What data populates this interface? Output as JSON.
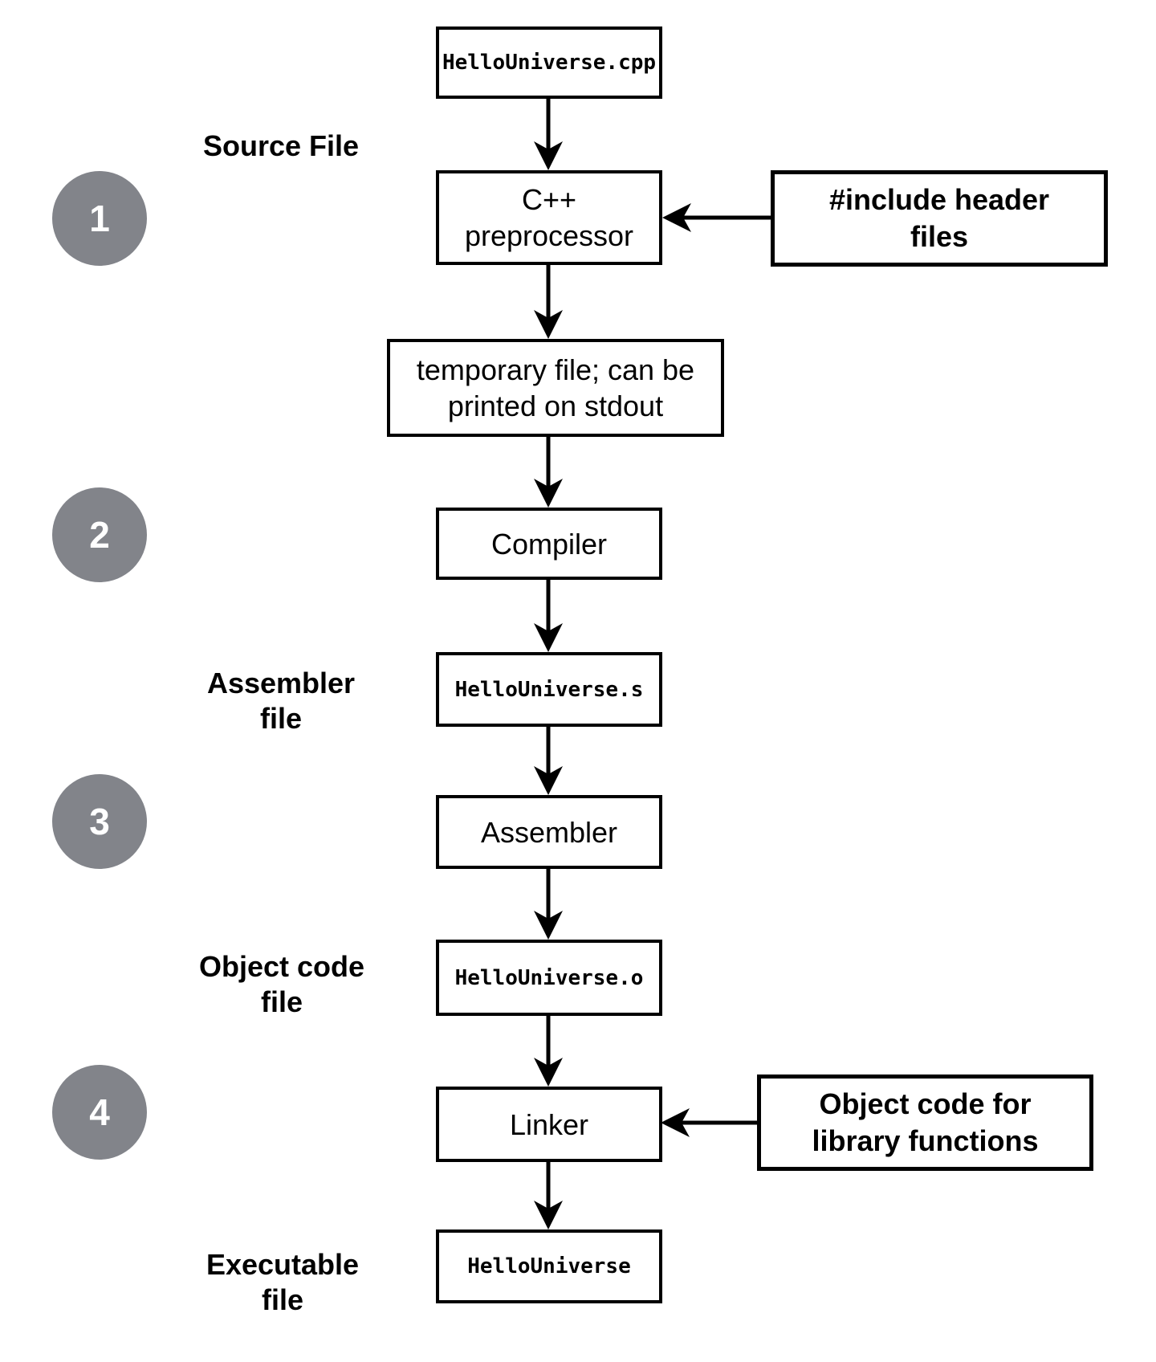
{
  "palette": {
    "line": "#000000",
    "node_fill": "#ffffff",
    "node_text": "#000000",
    "step_circle_fill": "#82848A",
    "step_circle_text": "#ffffff",
    "background": "#ffffff"
  },
  "steps": [
    {
      "label": "1"
    },
    {
      "label": "2"
    },
    {
      "label": "3"
    },
    {
      "label": "4"
    }
  ],
  "row_labels": [
    {
      "text": "Source File"
    },
    {
      "text": "Assembler\nfile"
    },
    {
      "text": "Object code\nfile"
    },
    {
      "text": "Executable\nfile"
    }
  ],
  "nodes": [
    {
      "label": "HelloUniverse.cpp",
      "kind": "file"
    },
    {
      "label": "C++\npreprocessor",
      "kind": "process"
    },
    {
      "label": "temporary file; can be\nprinted on stdout",
      "kind": "process"
    },
    {
      "label": "Compiler",
      "kind": "process"
    },
    {
      "label": "HelloUniverse.s",
      "kind": "file"
    },
    {
      "label": "Assembler",
      "kind": "process"
    },
    {
      "label": "HelloUniverse.o",
      "kind": "file"
    },
    {
      "label": "Linker",
      "kind": "process"
    },
    {
      "label": "HelloUniverse",
      "kind": "file"
    }
  ],
  "side_nodes": [
    {
      "label": "#include header\nfiles"
    },
    {
      "label": "Object code for\nlibrary functions"
    }
  ],
  "edges": [
    {
      "from": "HelloUniverse.cpp",
      "to": "C++ preprocessor"
    },
    {
      "from": "#include header files",
      "to": "C++ preprocessor"
    },
    {
      "from": "C++ preprocessor",
      "to": "temporary file; can be printed on stdout"
    },
    {
      "from": "temporary file; can be printed on stdout",
      "to": "Compiler"
    },
    {
      "from": "Compiler",
      "to": "HelloUniverse.s"
    },
    {
      "from": "HelloUniverse.s",
      "to": "Assembler"
    },
    {
      "from": "Assembler",
      "to": "HelloUniverse.o"
    },
    {
      "from": "HelloUniverse.o",
      "to": "Linker"
    },
    {
      "from": "Object code for library functions",
      "to": "Linker"
    },
    {
      "from": "Linker",
      "to": "HelloUniverse"
    }
  ]
}
